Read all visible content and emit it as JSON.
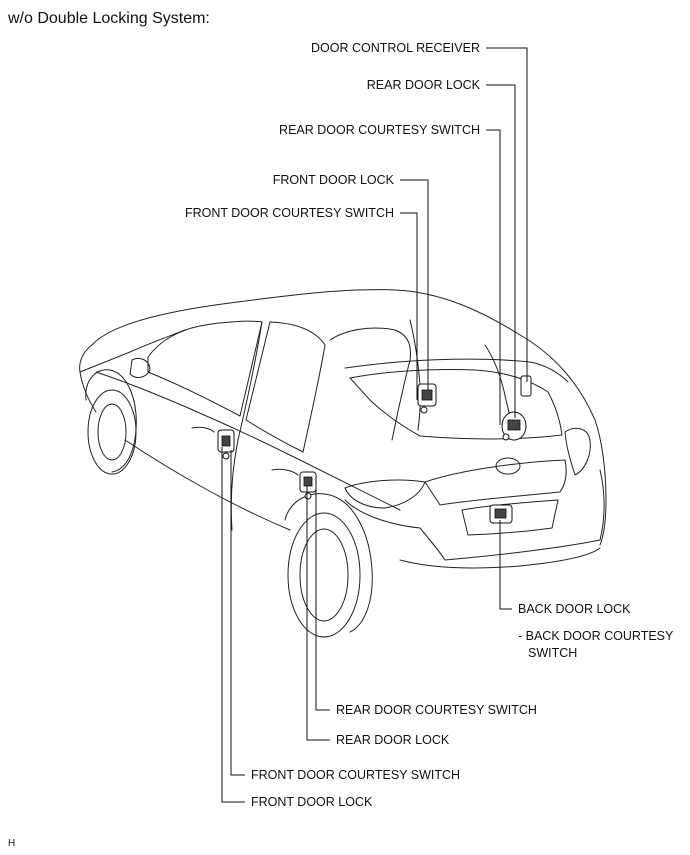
{
  "heading": "w/o Double Locking System:",
  "figure_id": "H",
  "labels": {
    "door_control_receiver": "DOOR CONTROL RECEIVER",
    "rear_door_lock_top": "REAR DOOR LOCK",
    "rear_door_courtesy_switch_top": "REAR DOOR COURTESY SWITCH",
    "front_door_lock_top": "FRONT DOOR LOCK",
    "front_door_courtesy_switch_top": "FRONT DOOR COURTESY SWITCH",
    "back_door_lock": "BACK DOOR LOCK",
    "back_door_courtesy_switch_line1": "- BACK DOOR COURTESY",
    "back_door_courtesy_switch_line2": "SWITCH",
    "rear_door_courtesy_switch_bottom": "REAR DOOR COURTESY SWITCH",
    "rear_door_lock_bottom": "REAR DOOR LOCK",
    "front_door_courtesy_switch_bottom": "FRONT DOOR COURTESY SWITCH",
    "front_door_lock_bottom": "FRONT DOOR LOCK"
  }
}
